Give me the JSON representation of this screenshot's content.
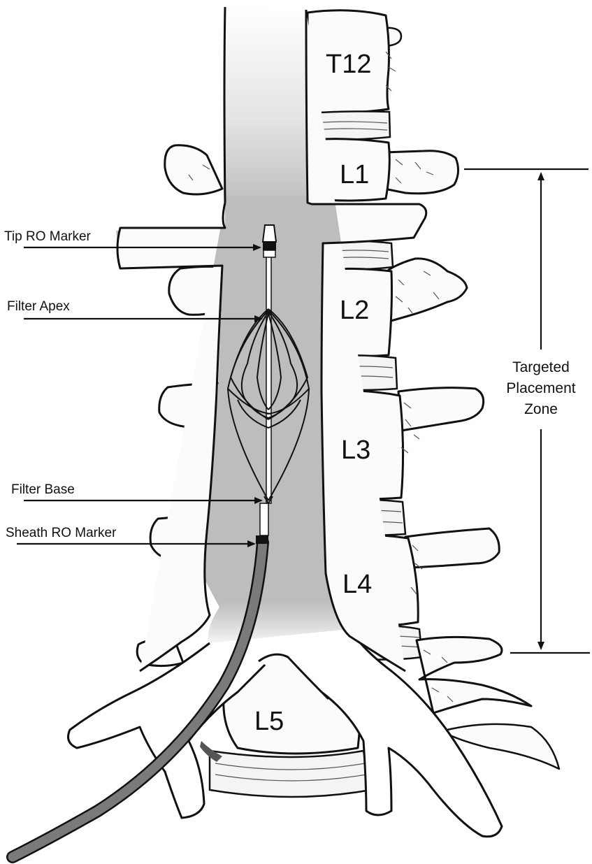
{
  "vertebrae": {
    "t12": "T12",
    "l1": "L1",
    "l2": "L2",
    "l3": "L3",
    "l4": "L4",
    "l5": "L5"
  },
  "callouts": {
    "tip_marker": "Tip RO Marker",
    "filter_apex": "Filter Apex",
    "filter_base": "Filter Base",
    "sheath_marker": "Sheath RO Marker"
  },
  "zone": {
    "line1": "Targeted",
    "line2": "Placement",
    "line3": "Zone"
  },
  "colors": {
    "vessel": "#bdbdbd",
    "catheter": "#7a7a7a",
    "bone": "#fbfbfa",
    "ink": "#111111"
  }
}
